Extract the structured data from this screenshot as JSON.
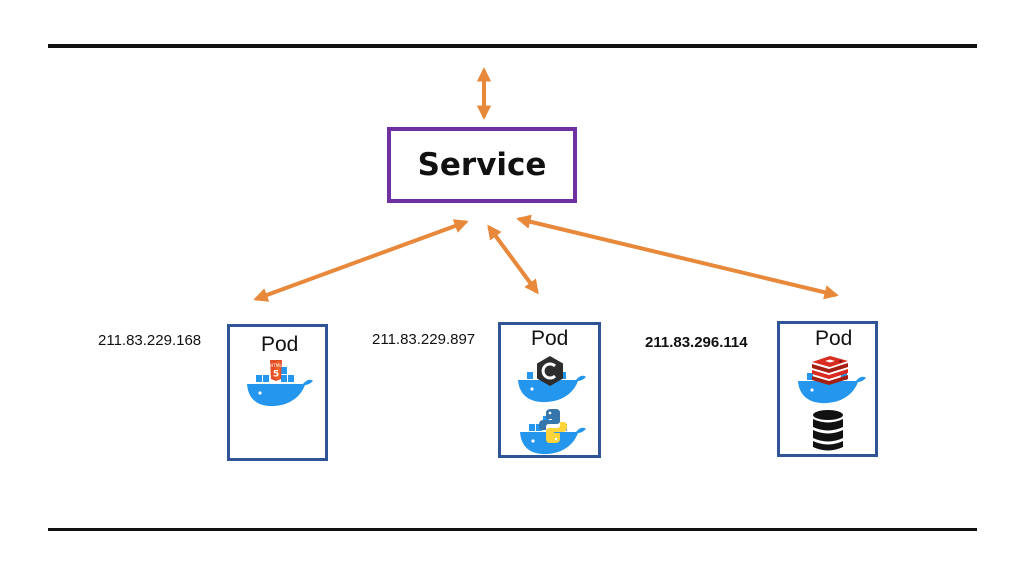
{
  "service": {
    "label": "Service"
  },
  "pods": [
    {
      "label": "Pod",
      "ip": "211.83.229.168",
      "ip_bold": false,
      "containers": [
        {
          "icon": "docker-html5-icon",
          "badge_text": "HTML"
        }
      ]
    },
    {
      "label": "Pod",
      "ip": "211.83.229.897",
      "ip_bold": false,
      "containers": [
        {
          "icon": "docker-csharp-icon"
        },
        {
          "icon": "docker-python-icon"
        }
      ]
    },
    {
      "label": "Pod",
      "ip": "211.83.296.114",
      "ip_bold": true,
      "containers": [
        {
          "icon": "docker-redis-icon"
        },
        {
          "icon": "database-icon"
        }
      ]
    }
  ],
  "colors": {
    "arrow": "#e8883a",
    "service_border": "#7030a0",
    "pod_border": "#2f5597",
    "docker_blue": "#2496ed",
    "html5_orange": "#e44d26",
    "redis_red": "#d82c20",
    "python_blue": "#3776ab",
    "python_yellow": "#ffd43b"
  }
}
